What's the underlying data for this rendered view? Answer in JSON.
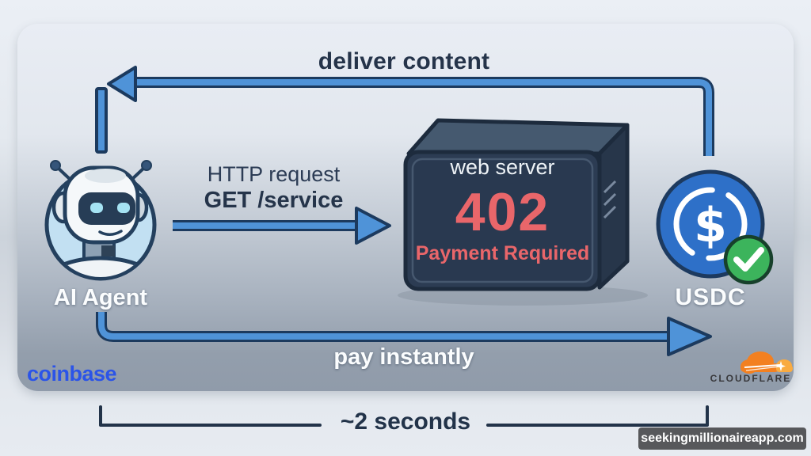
{
  "diagram": {
    "title_flow_top": {
      "label": "deliver content"
    },
    "agent": {
      "label": "AI Agent",
      "icon": "robot-icon"
    },
    "request": {
      "line1": "HTTP request",
      "line2": "GET /service"
    },
    "server": {
      "title": "web server",
      "status_code": "402",
      "status_text": "Payment Required",
      "icon": "server-box-icon"
    },
    "usdc": {
      "label": "USDC",
      "symbol": "$",
      "icons": [
        "usdc-coin-icon",
        "check-badge-icon"
      ]
    },
    "flow_bottom": {
      "label": "pay instantly"
    },
    "timing": {
      "label": "~2 seconds"
    },
    "brands": {
      "coinbase": "coinbase",
      "cloudflare": "CLOUDFLARE"
    },
    "watermark": "seekingmillionaireapp.com",
    "colors": {
      "arrow_blue": "#4f93d8",
      "outline_navy": "#1c3a5e",
      "text_navy": "#25344a",
      "error_red": "#e9666a",
      "usdc_blue": "#2e70c8",
      "check_green": "#3cb45c",
      "coinbase_blue": "#2b54e8",
      "cloudflare_orange": "#f38020",
      "server_face": "#2c3c53"
    }
  }
}
